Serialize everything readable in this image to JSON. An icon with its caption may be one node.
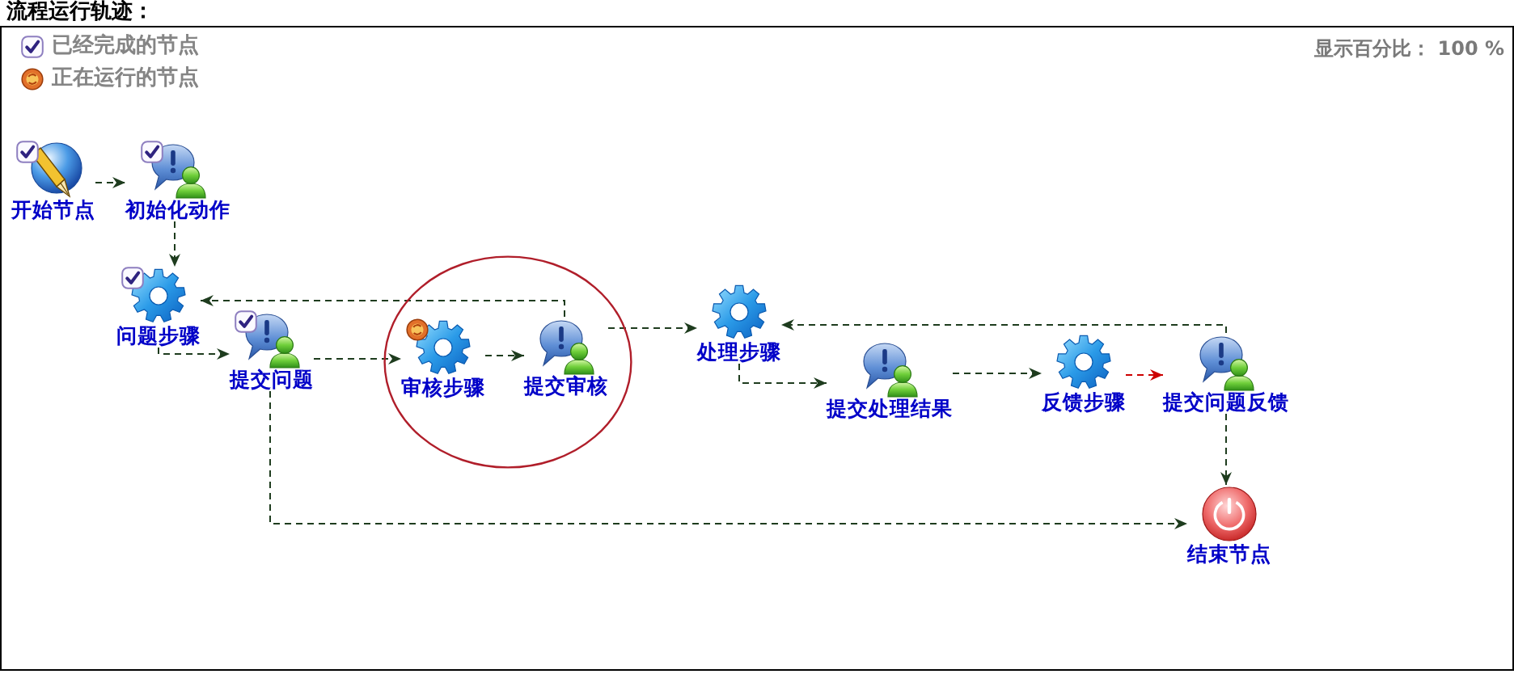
{
  "diagram": {
    "title": "流程运行轨迹：",
    "nodes": [
      {
        "text": [
          "开始节点"
        ]
      },
      {
        "text": [
          "初始化动作"
        ]
      },
      {
        "text": [
          "问题步骤"
        ]
      },
      {
        "text": [
          "提交问题"
        ]
      },
      {
        "text": [],
        "shape": "circle"
      },
      {
        "text": [
          "审核步骤"
        ],
        "in": 4
      },
      {
        "text": [
          "提交审核"
        ],
        "in": 4
      },
      {
        "text": [
          "处理步骤"
        ]
      },
      {
        "text": [
          "提交处理结果"
        ]
      },
      {
        "text": [
          "反馈步骤"
        ]
      },
      {
        "text": [
          "提交问题反馈"
        ]
      },
      {
        "text": [
          "结束节点"
        ]
      }
    ],
    "edges": [
      {
        "from": 0,
        "to": 1,
        "arrow": "to"
      },
      {
        "from": 1,
        "to": 2,
        "arrow": "to"
      },
      {
        "from": 2,
        "to": 3,
        "arrow": "to"
      },
      {
        "from": 3,
        "to": 5,
        "arrow": "to"
      },
      {
        "from": 5,
        "to": 6,
        "arrow": "to"
      },
      {
        "from": 6,
        "to": 2,
        "arrow": "to"
      },
      {
        "from": 6,
        "to": 7,
        "arrow": "to"
      },
      {
        "from": 7,
        "to": 8,
        "arrow": "to"
      },
      {
        "from": 8,
        "to": 9,
        "arrow": "to"
      },
      {
        "from": 9,
        "to": 10,
        "arrow": "to",
        "color": "#cc0000"
      },
      {
        "from": 10,
        "to": 7,
        "arrow": "to"
      },
      {
        "from": 10,
        "to": 11,
        "arrow": "to"
      },
      {
        "from": 3,
        "to": 11,
        "arrow": "to"
      }
    ],
    "labels": [
      "显示百分比： 100 %"
    ],
    "legend": [
      {
        "text": "已经完成的节点"
      },
      {
        "text": "正在运行的节点"
      }
    ]
  }
}
